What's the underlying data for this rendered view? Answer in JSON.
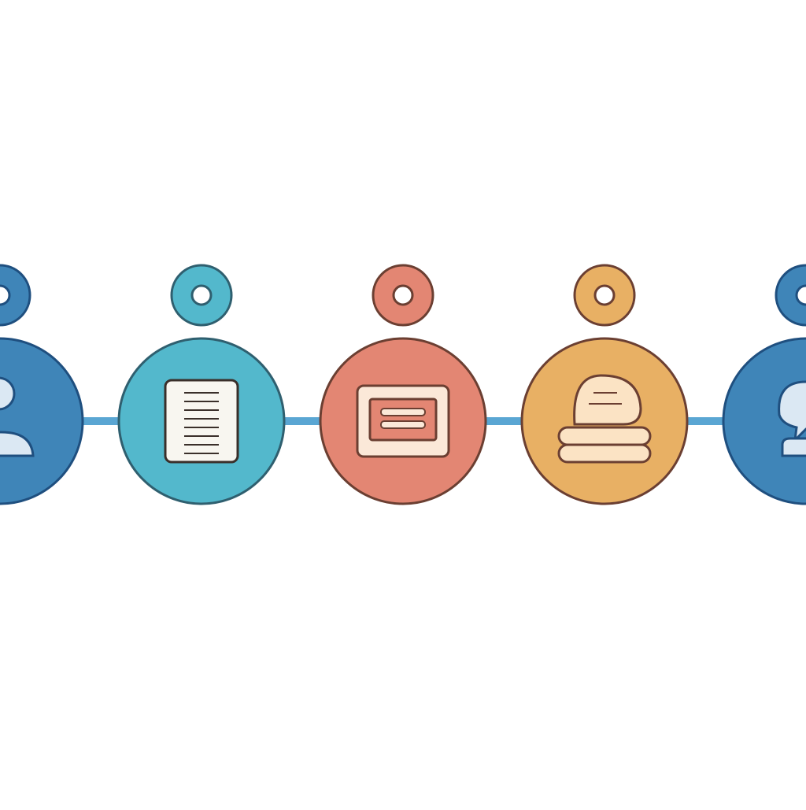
{
  "diagram": {
    "connector_color": "#5aa6d3",
    "stroke_color": "#6b3f32",
    "nodes": [
      {
        "name": "node-person",
        "icon": "person-icon",
        "fill": "#3f85b8",
        "stroke": "#1f4f7f",
        "icon_fill": "#dbe8f3"
      },
      {
        "name": "node-document",
        "icon": "document-icon",
        "fill": "#53b8cc",
        "stroke": "#2f5f6f",
        "icon_fill": "#f8f6f0"
      },
      {
        "name": "node-message",
        "icon": "message-icon",
        "fill": "#e38673",
        "stroke": "#6b3f32",
        "icon_fill": "#fbe8d8"
      },
      {
        "name": "node-stack",
        "icon": "stack-icon",
        "fill": "#e8b064",
        "stroke": "#6b3f32",
        "icon_fill": "#fbe3c4"
      },
      {
        "name": "node-chat",
        "icon": "chat-icon",
        "fill": "#3f85b8",
        "stroke": "#1f4f7f",
        "icon_fill": "#dbe8f3"
      }
    ]
  }
}
